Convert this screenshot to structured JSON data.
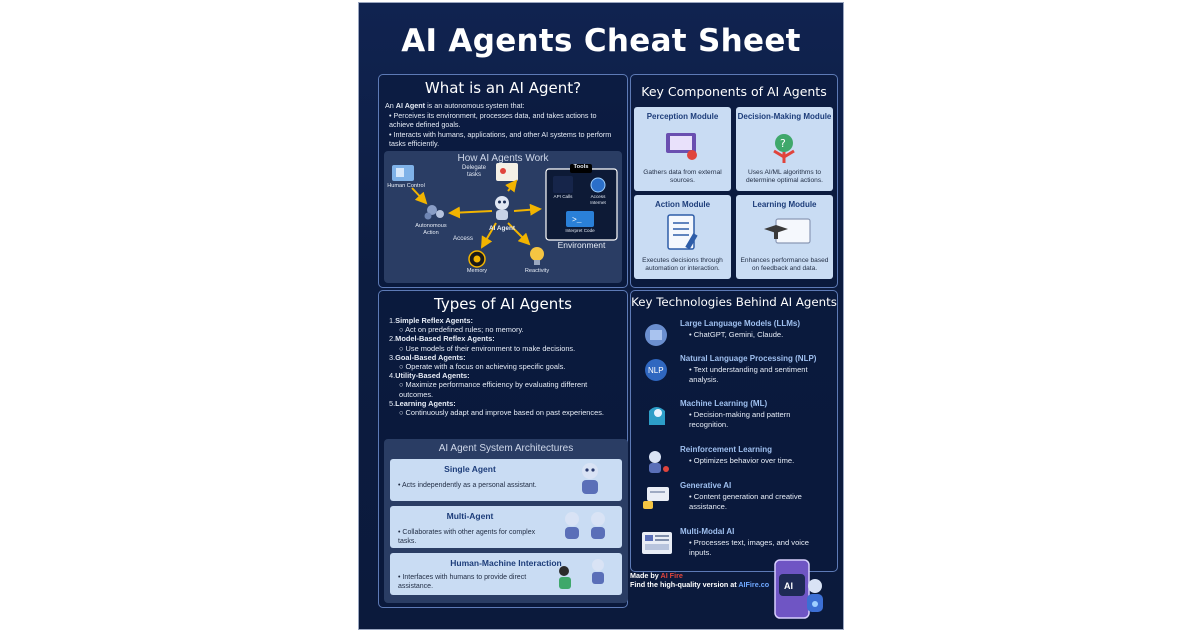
{
  "title": "AI Agents Cheat Sheet",
  "what": {
    "heading": "What is an AI Agent?",
    "intro_prefix": "An ",
    "intro_bold": "AI Agent",
    "intro_suffix": " is an autonomous system that:",
    "bullets": [
      "Perceives its environment, processes data, and takes actions to achieve defined goals.",
      "Interacts with humans, applications, and other AI systems to perform tasks efficiently."
    ],
    "diagram": {
      "title": "How AI Agents Work",
      "human_control": "Human Control",
      "delegate_tasks": "Delegate tasks",
      "autonomous_action": "Autonomous Action",
      "ai_agent": "AI Agent",
      "access": "Access",
      "memory": "Memory",
      "reactivity": "Reactivity",
      "tools": "Tools",
      "api_calls": "API Calls",
      "access_internet": "Access Internet",
      "interpret_code": "Interpret Code",
      "environment": "Environment"
    }
  },
  "components": {
    "heading": "Key Components of AI Agents",
    "cards": [
      {
        "title": "Perception Module",
        "desc": "Gathers data from external sources."
      },
      {
        "title": "Decision-Making Module",
        "desc": "Uses AI/ML algorithms to determine optimal actions."
      },
      {
        "title": "Action Module",
        "desc": "Executes decisions through automation or interaction."
      },
      {
        "title": "Learning Module",
        "desc": "Enhances performance based on feedback and data."
      }
    ]
  },
  "types": {
    "heading": "Types of AI Agents",
    "items": [
      {
        "num": "1.",
        "name": "Simple Reflex Agents:",
        "desc": "Act on predefined rules; no memory."
      },
      {
        "num": "2.",
        "name": "Model-Based Reflex Agents:",
        "desc": "Use models of their environment to make decisions."
      },
      {
        "num": "3.",
        "name": "Goal-Based Agents:",
        "desc": "Operate with a focus on achieving specific goals."
      },
      {
        "num": "4.",
        "name": "Utility-Based Agents:",
        "desc": "Maximize performance efficiency by evaluating different outcomes."
      },
      {
        "num": "5.",
        "name": "Learning Agents:",
        "desc": "Continuously adapt and improve based on past experiences."
      }
    ]
  },
  "architectures": {
    "heading": "AI Agent System Architectures",
    "items": [
      {
        "title": "Single Agent",
        "desc": "Acts independently as a personal assistant."
      },
      {
        "title": "Multi-Agent",
        "desc": "Collaborates with other agents for complex tasks."
      },
      {
        "title": "Human-Machine Interaction",
        "desc": "Interfaces with humans to provide direct assistance."
      }
    ]
  },
  "technologies": {
    "heading": "Key Technologies Behind AI Agents",
    "items": [
      {
        "title": "Large Language Models (LLMs)",
        "desc": "ChatGPT, Gemini, Claude.",
        "icon": "brain-chip-icon"
      },
      {
        "title": "Natural Language Processing (NLP)",
        "desc": "Text understanding and sentiment analysis.",
        "icon": "nlp-icon"
      },
      {
        "title": "Machine Learning (ML)",
        "desc": "Decision-making and pattern recognition.",
        "icon": "head-gear-icon"
      },
      {
        "title": "Reinforcement Learning",
        "desc": "Optimizes behavior over time.",
        "icon": "robot-reward-icon"
      },
      {
        "title": "Generative AI",
        "desc": "Content generation and creative assistance.",
        "icon": "hand-cards-icon"
      },
      {
        "title": "Multi-Modal AI",
        "desc": "Processes text, images, and voice inputs.",
        "icon": "media-panel-icon"
      }
    ]
  },
  "footer": {
    "made_by": "Made by ",
    "brand": "AI Fire",
    "find_prefix": "Find the high-quality version at ",
    "url": "AIFire.co",
    "phone_label": "AI"
  },
  "colors": {
    "background": "#0c1c40",
    "accent_light": "#c9dcf3",
    "brand_red": "#e0443c",
    "heading_blue": "#9fc0f0"
  }
}
